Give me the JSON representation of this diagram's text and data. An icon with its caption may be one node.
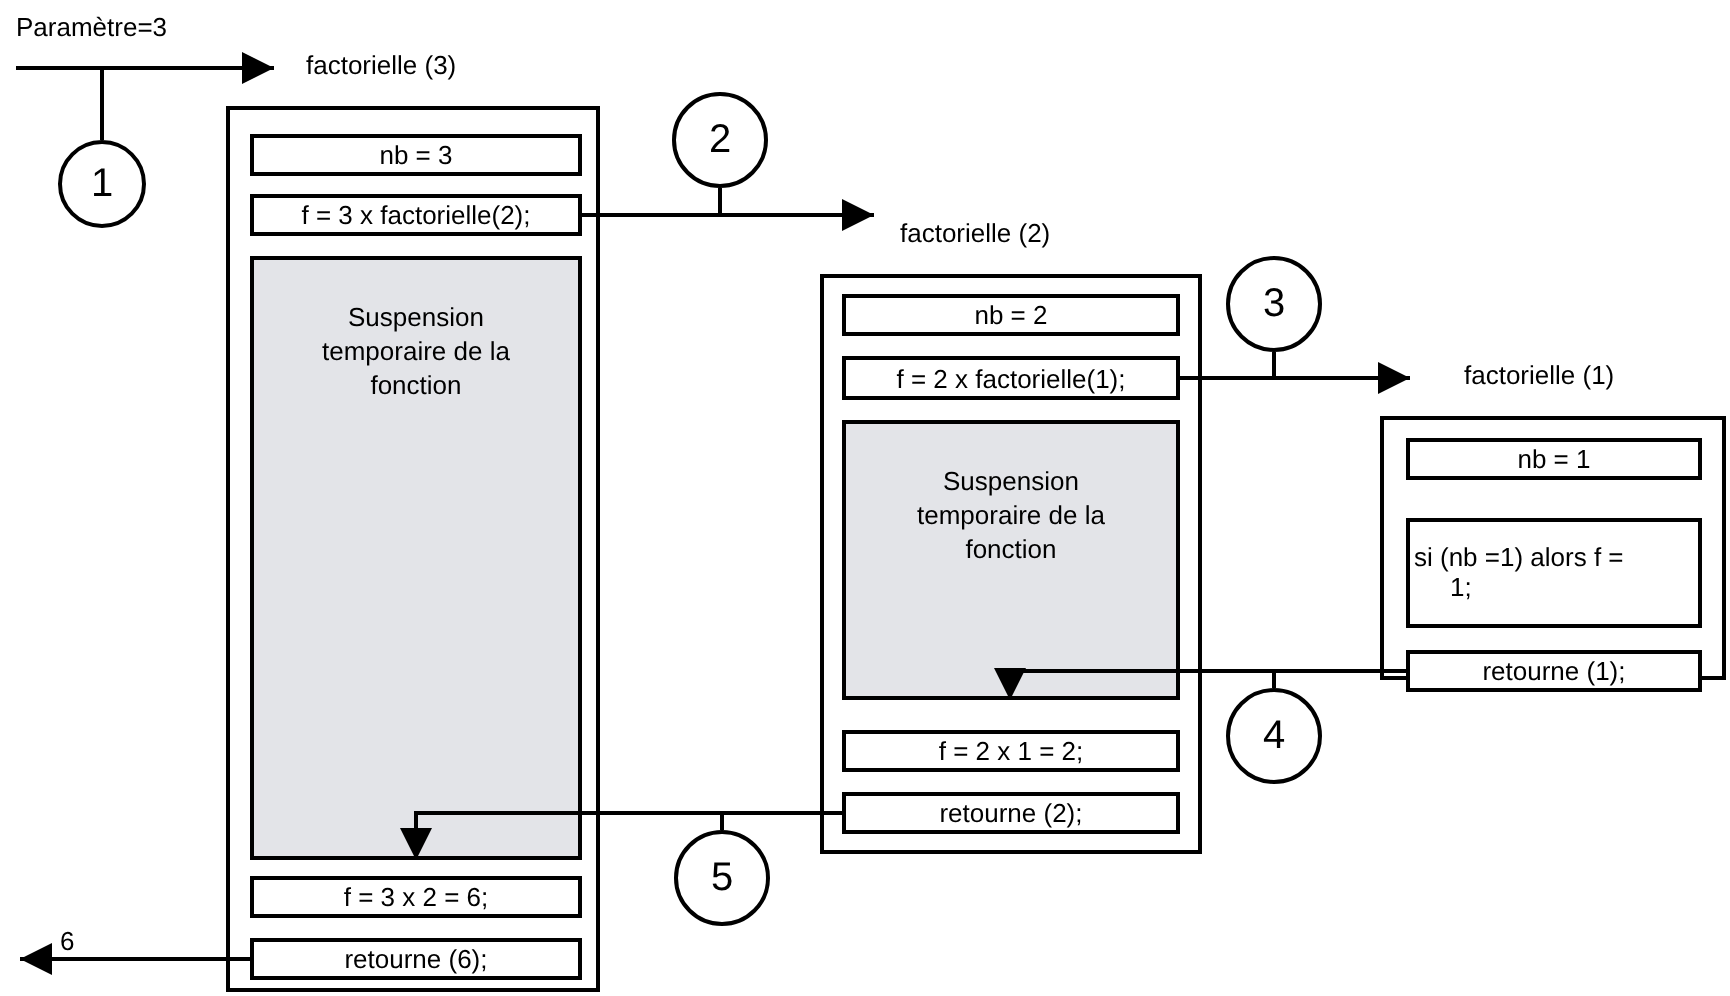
{
  "diagram": {
    "nodes": [
      {
        "text": [
          "factorielle (3)"
        ]
      },
      {
        "text": [
          "nb = 3"
        ],
        "in": 0
      },
      {
        "text": [
          "f = 3 x factorielle(2);"
        ],
        "in": 0
      },
      {
        "text": [
          "Suspension temporaire de la fonction"
        ],
        "in": 0
      },
      {
        "text": [
          "f = 3 x 2 = 6;"
        ],
        "in": 0
      },
      {
        "text": [
          "retourne (6);"
        ],
        "in": 0
      },
      {
        "text": [
          "factorielle (2)"
        ]
      },
      {
        "text": [
          "nb = 2"
        ],
        "in": 6
      },
      {
        "text": [
          "f = 2 x factorielle(1);"
        ],
        "in": 6
      },
      {
        "text": [
          "Suspension temporaire de la fonction"
        ],
        "in": 6
      },
      {
        "text": [
          "f = 2 x 1 = 2;"
        ],
        "in": 6
      },
      {
        "text": [
          "retourne (2);"
        ],
        "in": 6
      },
      {
        "text": [
          "factorielle (1)"
        ]
      },
      {
        "text": [
          "nb = 1"
        ],
        "in": 12
      },
      {
        "text": [
          "si (nb =1) alors f = 1;"
        ],
        "in": 12
      },
      {
        "text": [
          "retourne (1);"
        ],
        "in": 12
      },
      {
        "text": [
          "1"
        ]
      },
      {
        "text": [
          "2"
        ]
      },
      {
        "text": [
          "3"
        ]
      },
      {
        "text": [
          "4"
        ]
      },
      {
        "text": [
          "5"
        ]
      }
    ],
    "edges": [
      {
        "from": null,
        "to": 0,
        "arrow": "to",
        "label": "Paramètre=3"
      },
      {
        "from": 2,
        "to": 6,
        "arrow": "to"
      },
      {
        "from": 8,
        "to": 12,
        "arrow": "to"
      },
      {
        "from": 15,
        "to": 9,
        "arrow": "to"
      },
      {
        "from": 11,
        "to": 3,
        "arrow": "to"
      },
      {
        "from": 5,
        "to": null,
        "arrow": "to",
        "label": "6"
      },
      {
        "from": 16,
        "to": null,
        "arrow": "none"
      },
      {
        "from": 17,
        "to": null,
        "arrow": "none"
      },
      {
        "from": 18,
        "to": null,
        "arrow": "none"
      },
      {
        "from": 19,
        "to": null,
        "arrow": "none"
      },
      {
        "from": 20,
        "to": null,
        "arrow": "none"
      }
    ]
  }
}
